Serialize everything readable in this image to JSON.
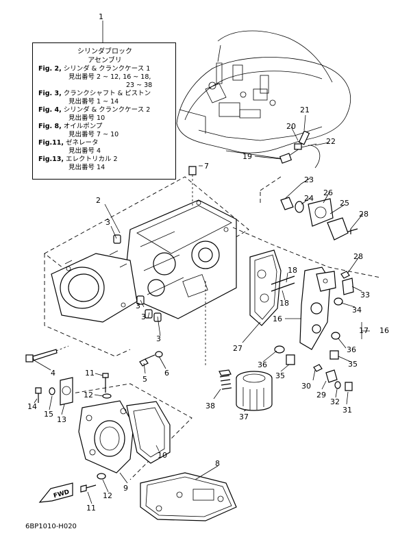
{
  "info_box": {
    "title_line1": "シリンダブロック",
    "title_line2": "アセンブリ",
    "refs": [
      {
        "fig": "Fig. 2,",
        "text": "シリンダ & クランクケース 1",
        "sub": [
          "見出番号 2 ~ 12, 16 ~ 18,",
          "23 ~ 38"
        ]
      },
      {
        "fig": "Fig. 3,",
        "text": "クランクシャフト & ピストン",
        "sub": [
          "見出番号 1 ~ 14"
        ]
      },
      {
        "fig": "Fig. 4,",
        "text": "シリンダ & クランクケース 2",
        "sub": [
          "見出番号 10"
        ]
      },
      {
        "fig": "Fig. 8,",
        "text": "オイルポンプ",
        "sub": [
          "見出番号 7 ~ 10"
        ]
      },
      {
        "fig": "Fig.11,",
        "text": "ゼネレータ",
        "sub": [
          "見出番号 4"
        ]
      },
      {
        "fig": "Fig.13,",
        "text": "エレクトリカル 2",
        "sub": [
          "見出番号 14"
        ]
      }
    ]
  },
  "callouts": [
    "1",
    "2",
    "3",
    "3",
    "3",
    "3",
    "4",
    "5",
    "6",
    "7",
    "8",
    "9",
    "10",
    "11",
    "11",
    "12",
    "12",
    "13",
    "14",
    "15",
    "16",
    "16",
    "16",
    "17",
    "18",
    "18",
    "19",
    "20",
    "21",
    "22",
    "23",
    "24",
    "25",
    "26",
    "27",
    "28",
    "28",
    "29",
    "30",
    "31",
    "32",
    "33",
    "34",
    "35",
    "35",
    "36",
    "36",
    "37",
    "38"
  ],
  "fwd_label": "FWD",
  "reference_code": "6BP1010-H020"
}
